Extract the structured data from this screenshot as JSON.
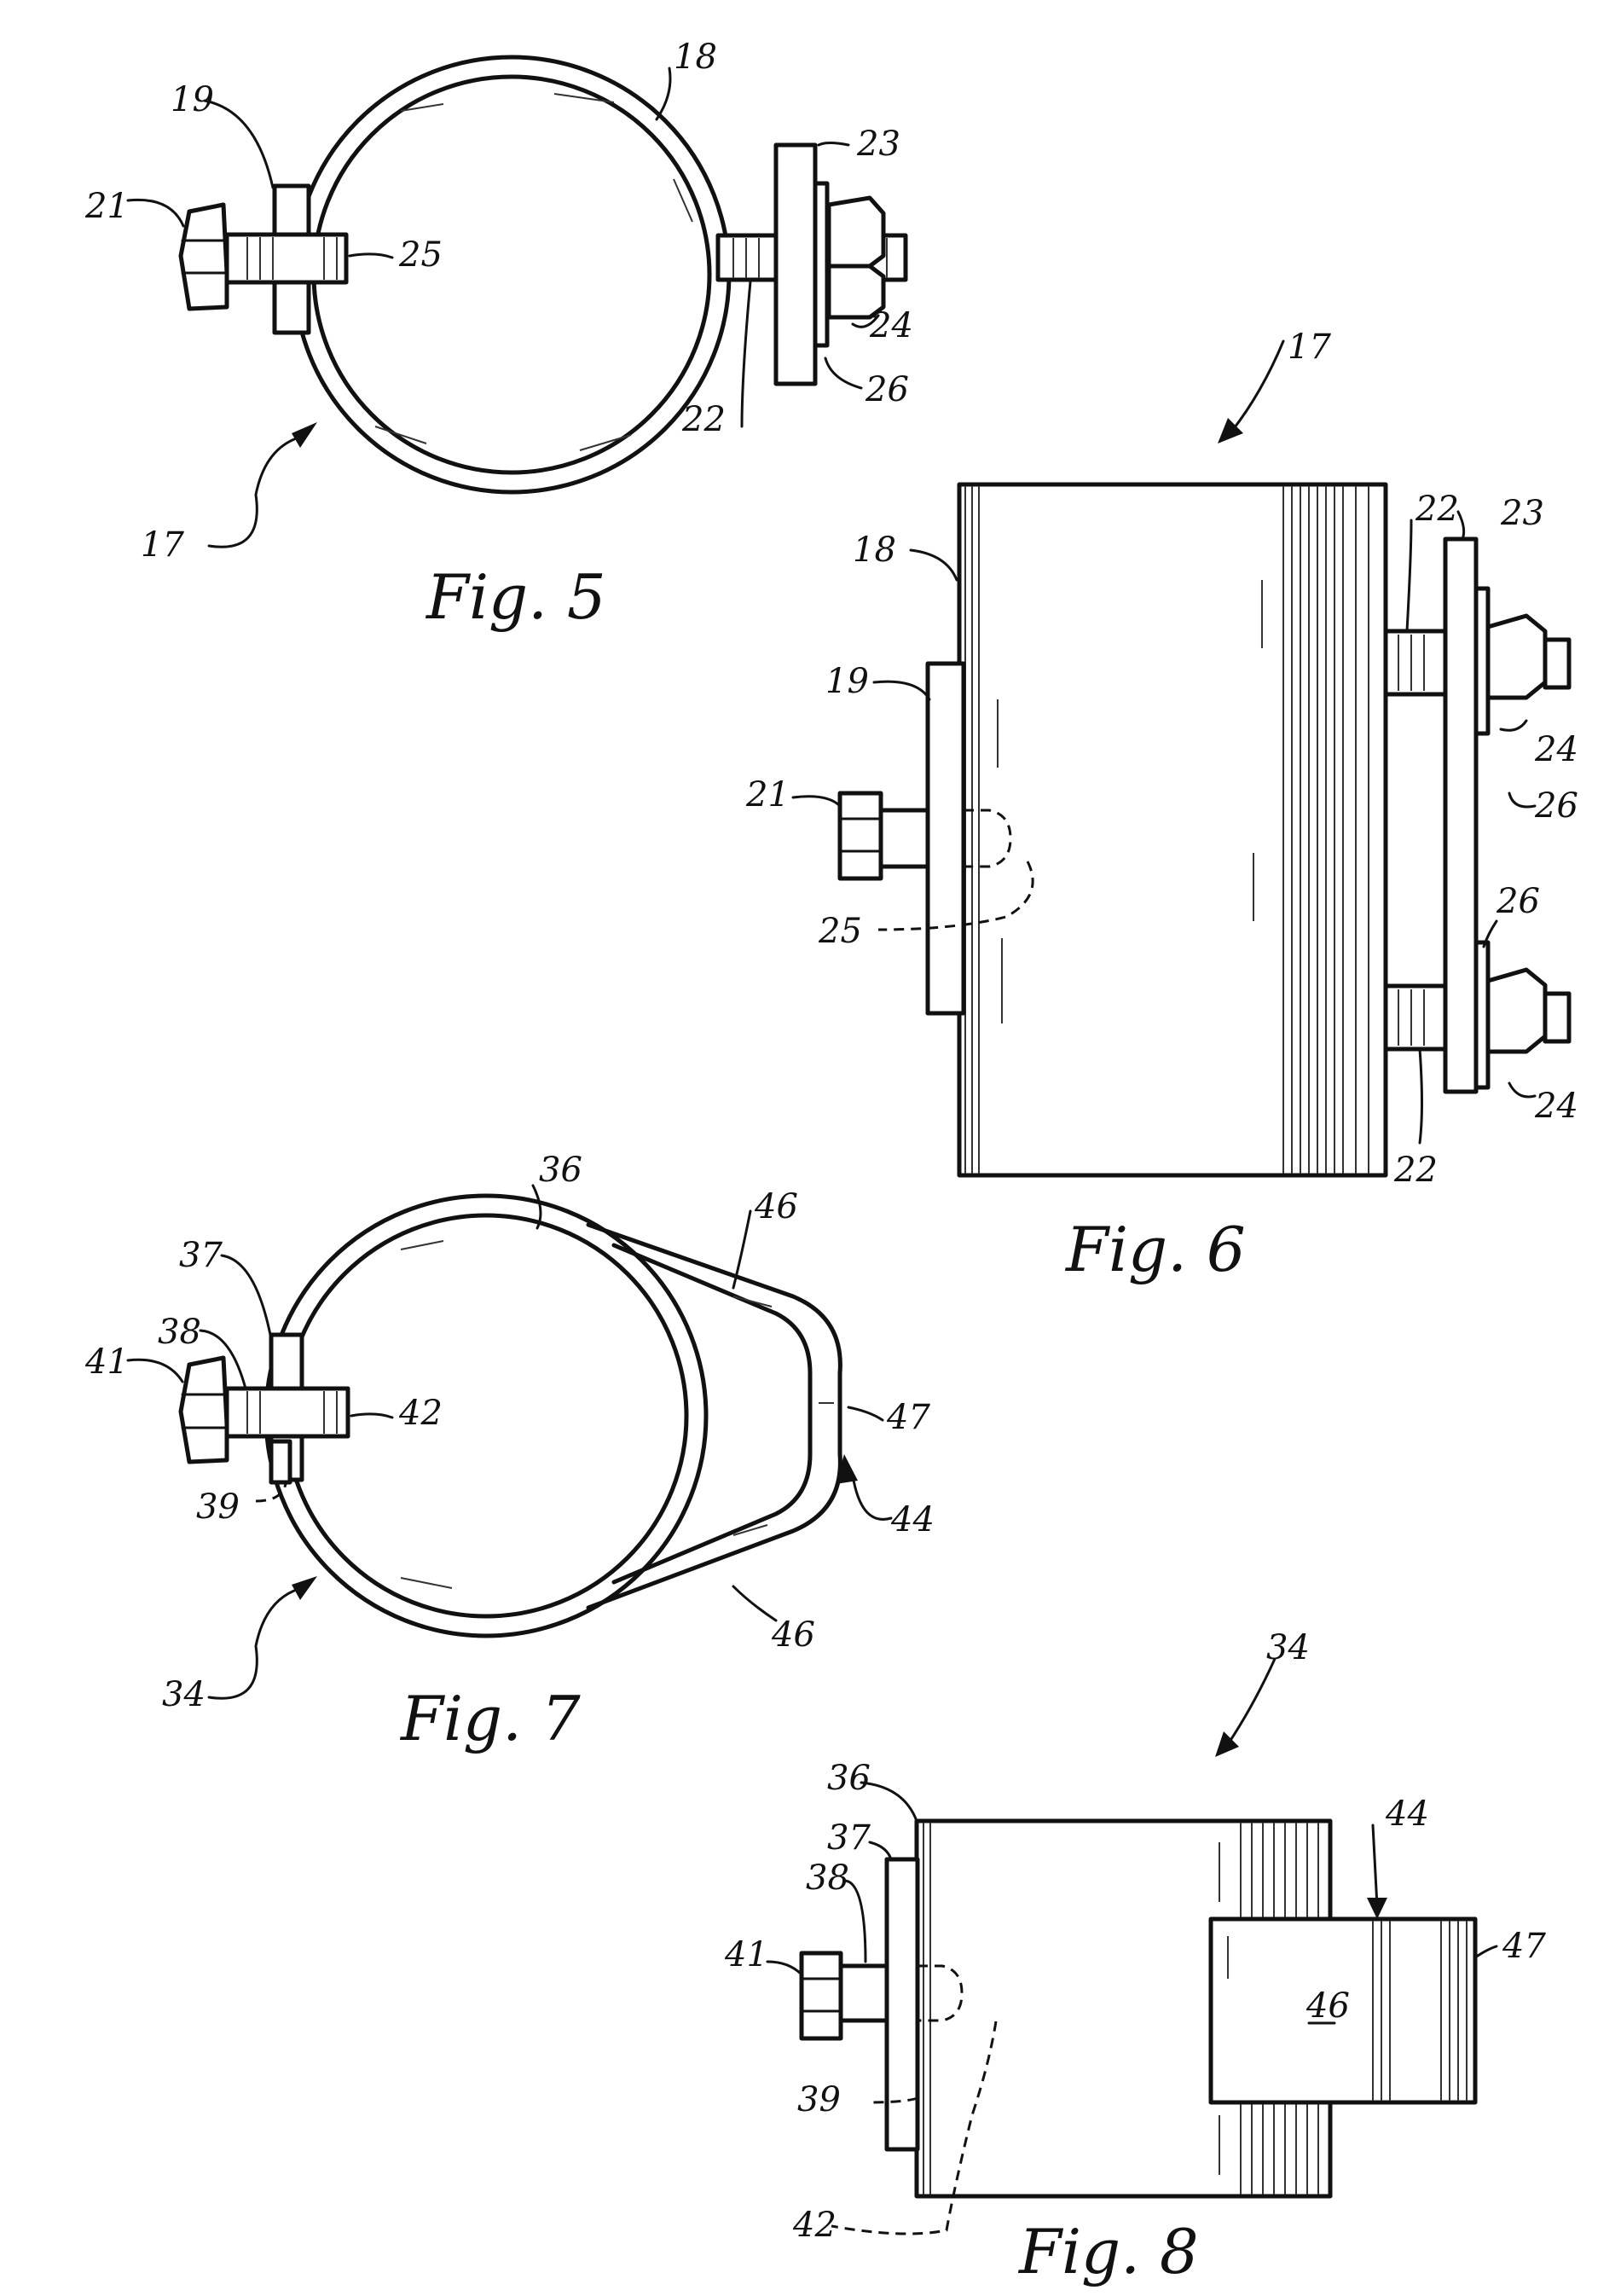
{
  "figures": [
    {
      "id": "fig5",
      "caption": "Fig. 5",
      "labels": {
        "l17": "17",
        "l18": "18",
        "l19": "19",
        "l21": "21",
        "l22": "22",
        "l23": "23",
        "l24": "24",
        "l25": "25",
        "l26": "26"
      }
    },
    {
      "id": "fig6",
      "caption": "Fig. 6",
      "labels": {
        "l17": "17",
        "l18": "18",
        "l19": "19",
        "l21": "21",
        "l22a": "22",
        "l22b": "22",
        "l23": "23",
        "l24a": "24",
        "l24b": "24",
        "l25": "25",
        "l26a": "26",
        "l26b": "26"
      }
    },
    {
      "id": "fig7",
      "caption": "Fig. 7",
      "labels": {
        "l34": "34",
        "l36": "36",
        "l37": "37",
        "l38": "38",
        "l39": "39",
        "l41": "41",
        "l42": "42",
        "l44": "44",
        "l46a": "46",
        "l46b": "46",
        "l47": "47"
      }
    },
    {
      "id": "fig8",
      "caption": "Fig. 8",
      "labels": {
        "l34": "34",
        "l36": "36",
        "l37": "37",
        "l38": "38",
        "l39": "39",
        "l41": "41",
        "l42": "42",
        "l44": "44",
        "l46": "46",
        "l47": "47"
      }
    }
  ]
}
